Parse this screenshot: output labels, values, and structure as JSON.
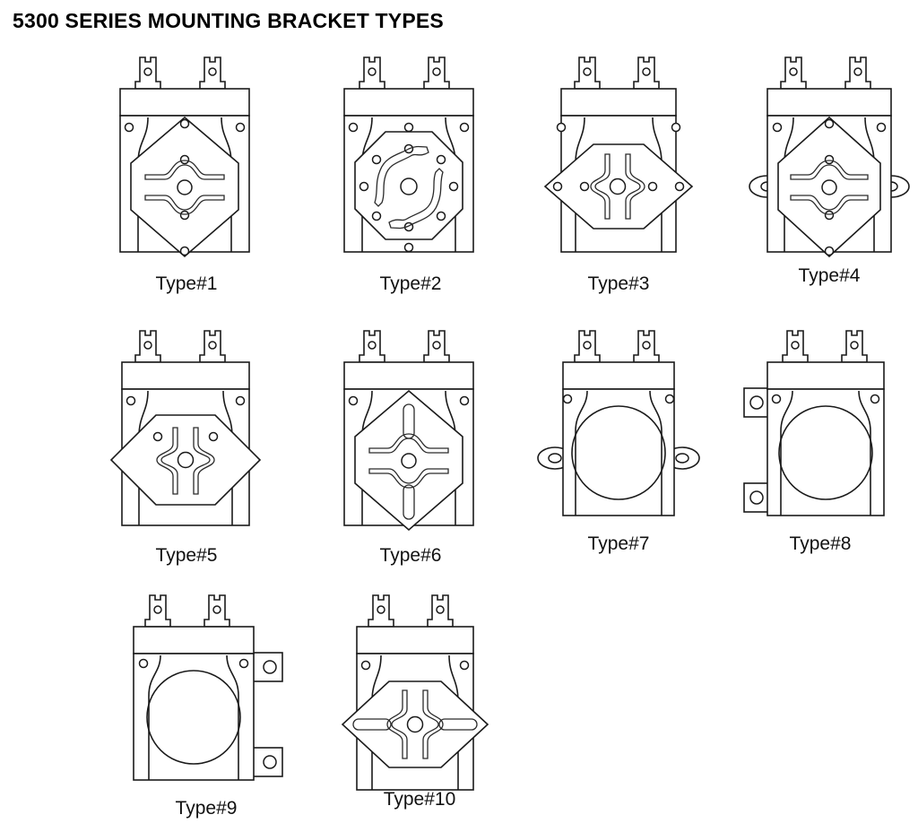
{
  "title": "5300 SERIES MOUNTING BRACKET TYPES",
  "diagram": {
    "kind": "technical-line-drawing",
    "subject": "solenoid coil mounting bracket variants",
    "columns": 4,
    "rows": 3,
    "count": 10,
    "line_color": "#1a1a1a",
    "fill_color": "#ffffff",
    "background": "#ffffff"
  },
  "common_features": {
    "terminals": "two spade terminals on top, each with a notch and a round hole",
    "cap_band": "rectangular band across the top of the body",
    "body": "vertical rectangular coil body",
    "center_hole": "round hole at the center of the bracket plate"
  },
  "brackets": [
    {
      "id": "type-1",
      "label": "Type#1",
      "plate_shape": "elongated hexagon / pointed diamond",
      "slots": "two horizontal wavy slots arcing around the center hole",
      "hole_count": 6,
      "side_mounts": "none"
    },
    {
      "id": "type-2",
      "label": "Type#2",
      "plate_shape": "octagon",
      "slots": "two S-curved rotational slots around the center hole",
      "hole_count": 9,
      "side_mounts": "none"
    },
    {
      "id": "type-3",
      "label": "Type#3",
      "plate_shape": "wide hexagon extending beyond body",
      "slots": "two vertical wavy slots flanking the center hole",
      "hole_count": 7,
      "side_mounts": "integrated outer hexagon points"
    },
    {
      "id": "type-4",
      "label": "Type#4",
      "plate_shape": "elongated hexagon / pointed diamond",
      "slots": "two horizontal wavy slots arcing around the center hole",
      "hole_count": 6,
      "side_mounts": "oval ears on left and right"
    },
    {
      "id": "type-5",
      "label": "Type#5",
      "plate_shape": "wide diamond extending beyond body",
      "slots": "two vertical wavy slots flanking the center hole",
      "hole_count": 5,
      "side_mounts": "integrated outer diamond points"
    },
    {
      "id": "type-6",
      "label": "Type#6",
      "plate_shape": "elongated hexagon / pointed diamond",
      "slots": "two horizontal wavy slots plus upper and lower vertical oval slots",
      "hole_count": 3,
      "side_mounts": "none"
    },
    {
      "id": "type-7",
      "label": "Type#7",
      "plate_shape": "plain round coil face",
      "slots": "none",
      "hole_count": 2,
      "side_mounts": "oval ears on left and right"
    },
    {
      "id": "type-8",
      "label": "Type#8",
      "plate_shape": "plain round coil face",
      "slots": "none",
      "hole_count": 2,
      "side_mounts": "two rectangular tabs on the left side"
    },
    {
      "id": "type-9",
      "label": "Type#9",
      "plate_shape": "plain round coil face",
      "slots": "none",
      "hole_count": 2,
      "side_mounts": "two rectangular tabs on the right side"
    },
    {
      "id": "type-10",
      "label": "Type#10",
      "plate_shape": "wide diamond extending beyond body",
      "slots": "two vertical wavy slots plus horizontal oval slots left and right",
      "hole_count": 3,
      "side_mounts": "integrated outer diamond points"
    }
  ]
}
